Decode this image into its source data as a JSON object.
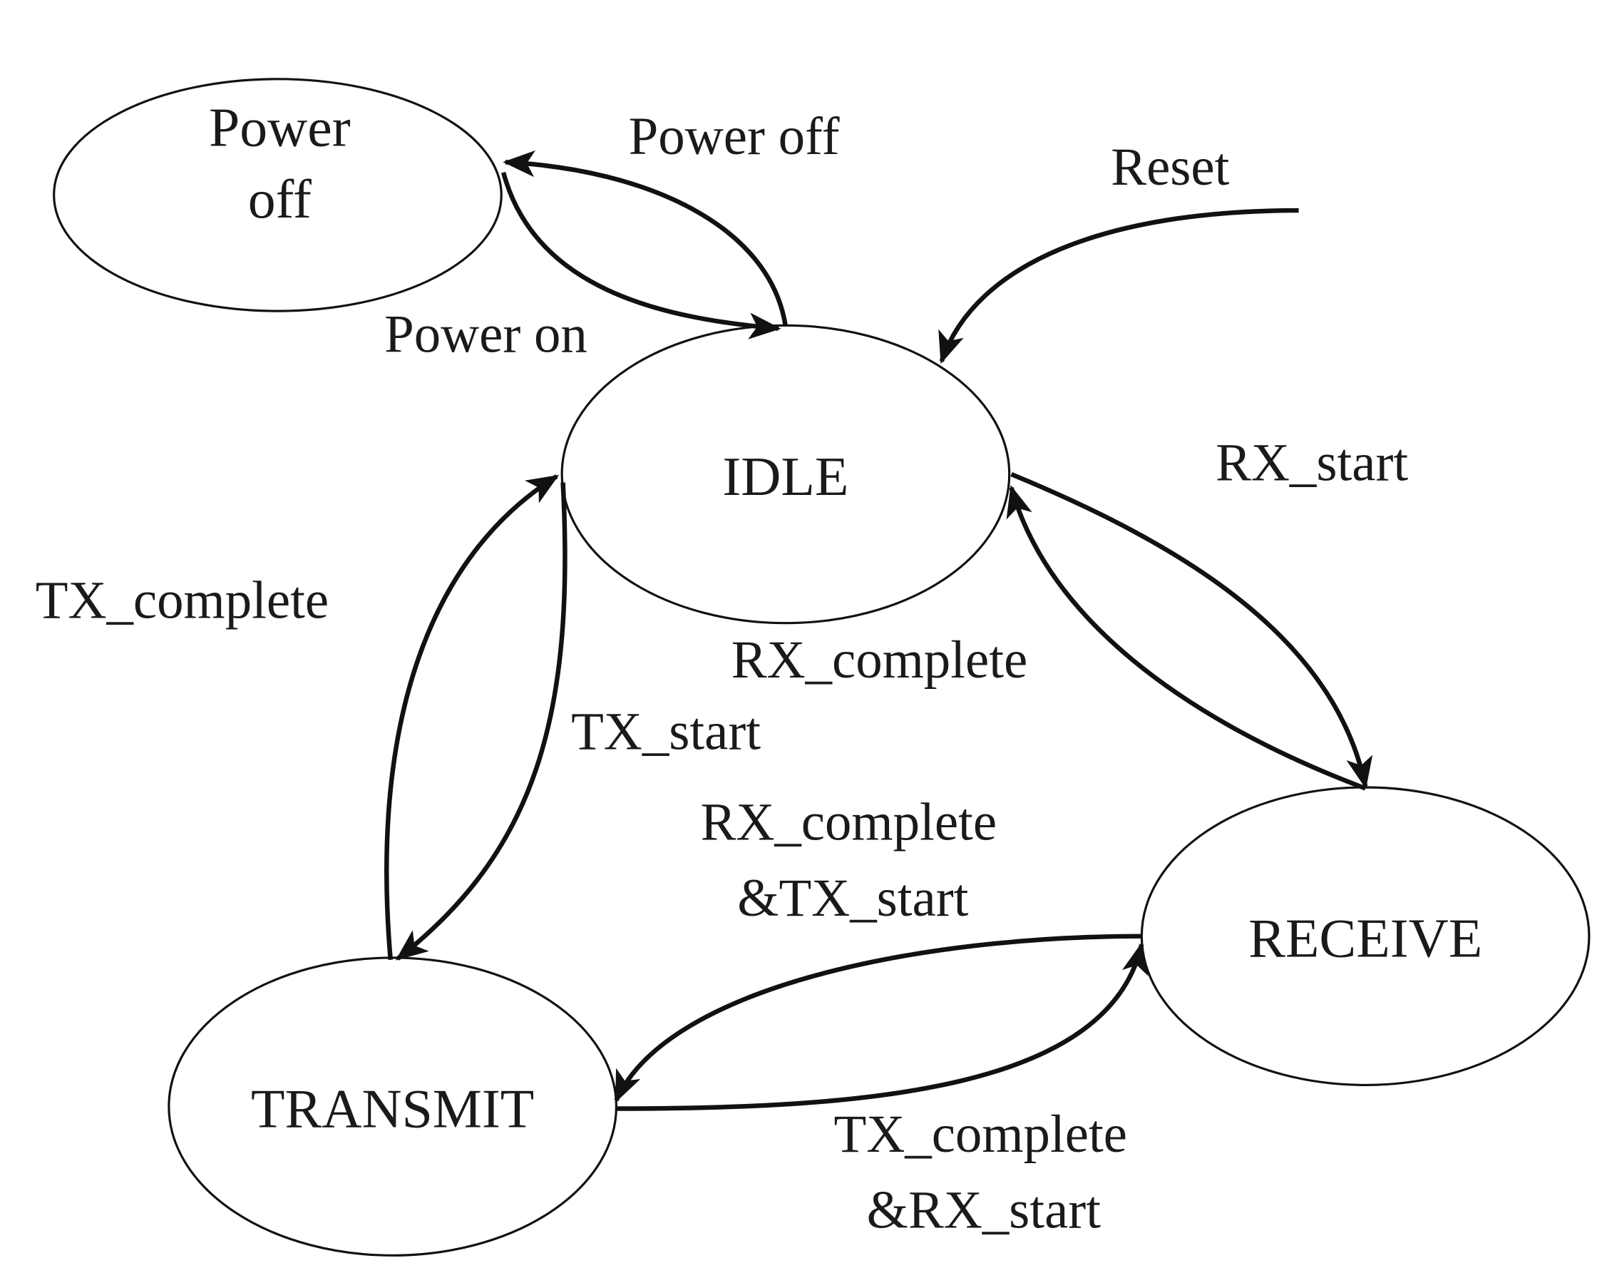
{
  "states": {
    "power_off": [
      "Power",
      "off"
    ],
    "idle": "IDLE",
    "receive": "RECEIVE",
    "transmit": "TRANSMIT"
  },
  "transitions": {
    "power_off": "Power off",
    "power_on": "Power on",
    "reset": "Reset",
    "rx_start": "RX_start",
    "rx_complete": "RX_complete",
    "tx_complete": "TX_complete",
    "tx_start": "TX_start",
    "rx_complete_tx_start": [
      "RX_complete",
      "&TX_start"
    ],
    "tx_complete_rx_start": [
      "TX_complete",
      "&RX_start"
    ]
  }
}
